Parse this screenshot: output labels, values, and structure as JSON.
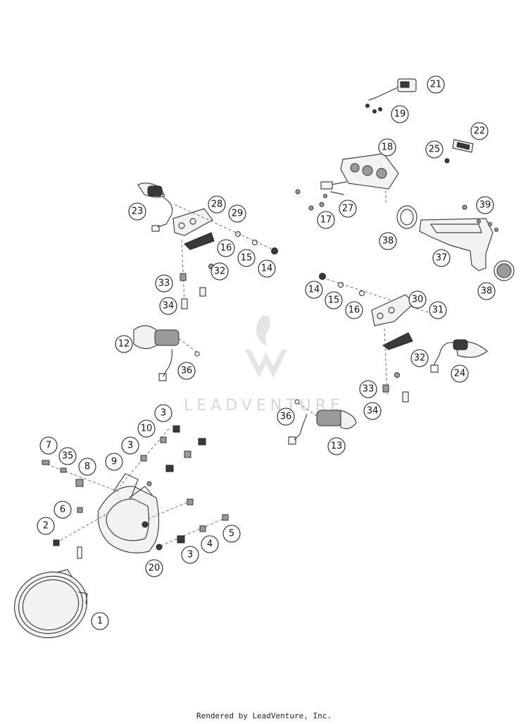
{
  "watermark": {
    "brand": "LEADVENTURE"
  },
  "footer": {
    "credit": "Rendered by LeadVenture, Inc."
  },
  "callouts": [
    {
      "label": "21"
    },
    {
      "label": "19"
    },
    {
      "label": "22"
    },
    {
      "label": "25"
    },
    {
      "label": "18"
    },
    {
      "label": "27"
    },
    {
      "label": "17"
    },
    {
      "label": "39"
    },
    {
      "label": "38"
    },
    {
      "label": "37"
    },
    {
      "label": "38"
    },
    {
      "label": "28"
    },
    {
      "label": "29"
    },
    {
      "label": "23"
    },
    {
      "label": "16"
    },
    {
      "label": "15"
    },
    {
      "label": "14"
    },
    {
      "label": "32"
    },
    {
      "label": "33"
    },
    {
      "label": "34"
    },
    {
      "label": "14"
    },
    {
      "label": "15"
    },
    {
      "label": "16"
    },
    {
      "label": "30"
    },
    {
      "label": "31"
    },
    {
      "label": "32"
    },
    {
      "label": "24"
    },
    {
      "label": "12"
    },
    {
      "label": "36"
    },
    {
      "label": "33"
    },
    {
      "label": "34"
    },
    {
      "label": "36"
    },
    {
      "label": "13"
    },
    {
      "label": "3"
    },
    {
      "label": "10"
    },
    {
      "label": "3"
    },
    {
      "label": "9"
    },
    {
      "label": "7"
    },
    {
      "label": "35"
    },
    {
      "label": "8"
    },
    {
      "label": "6"
    },
    {
      "label": "2"
    },
    {
      "label": "5"
    },
    {
      "label": "4"
    },
    {
      "label": "3"
    },
    {
      "label": "20"
    },
    {
      "label": "1"
    }
  ]
}
